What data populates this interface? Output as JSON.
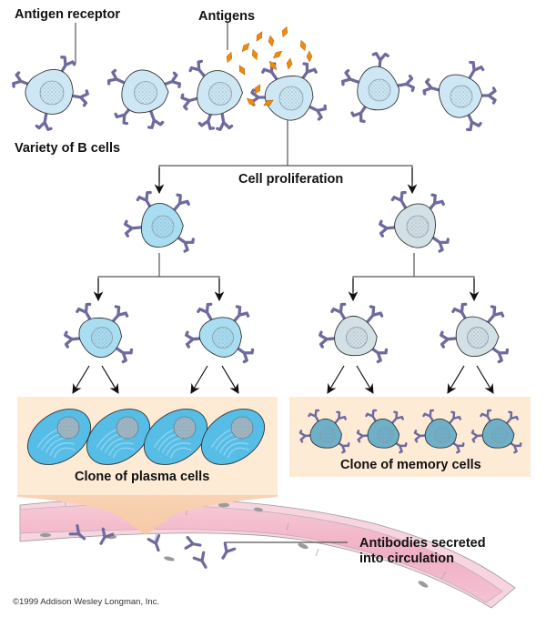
{
  "labels": {
    "antigen_receptor": "Antigen receptor",
    "antigens": "Antigens",
    "variety_of_b_cells": "Variety of B cells",
    "cell_proliferation": "Cell proliferation",
    "clone_of_plasma_cells": "Clone of plasma cells",
    "clone_of_memory_cells": "Clone of memory cells",
    "antibodies_line1": "Antibodies secreted",
    "antibodies_line2": "into circulation",
    "copyright": "©1999 Addison Wesley Longman, Inc."
  },
  "colors": {
    "b_cell_fill": "#cde8f4",
    "effector_b_cell_fill": "#a9ddf2",
    "memory_precursor_fill": "#d3e0e6",
    "memory_cell_fill": "#6fb0c9",
    "plasma_cell_fill": "#56bde6",
    "receptor": "#6f6a9e",
    "antigen": "#f08a0c",
    "panel_bg": "#fdebd6",
    "vessel_wall": "#f7d4df",
    "vessel_lumen": "#f3b9cc",
    "outline": "#333333"
  },
  "diagram": {
    "b_cell_variety_count": 6,
    "plasma_cell_count": 4,
    "memory_cell_count": 4,
    "antibody_count": 6
  }
}
